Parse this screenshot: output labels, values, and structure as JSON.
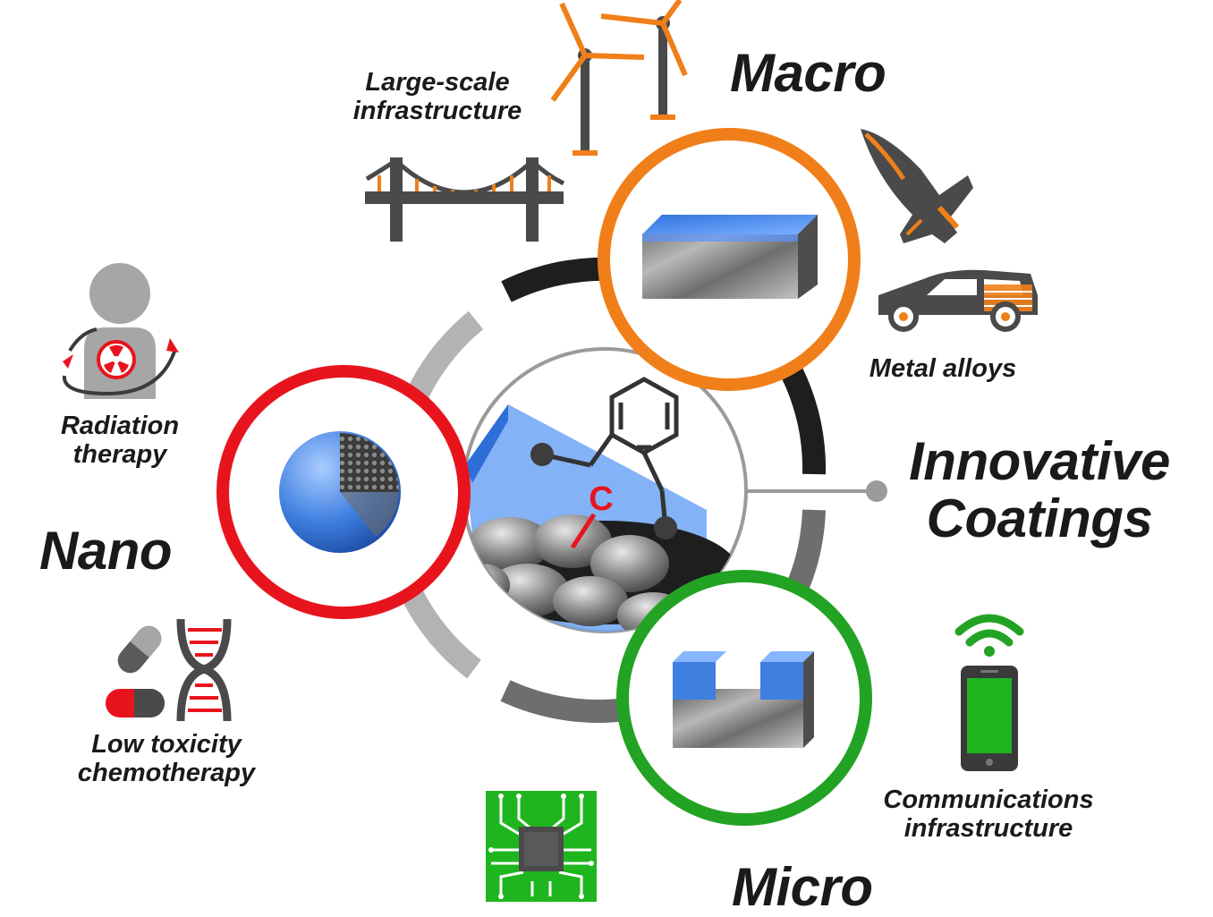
{
  "labels": {
    "macro": "Macro",
    "nano": "Nano",
    "micro": "Micro",
    "innovative_coatings": [
      "Innovative",
      "Coatings"
    ],
    "large_scale_infrastructure": [
      "Large-scale",
      "infrastructure"
    ],
    "metal_alloys": "Metal alloys",
    "radiation_therapy": [
      "Radiation",
      "therapy"
    ],
    "low_toxicity_chemotherapy": [
      "Low toxicity",
      "chemotherapy"
    ],
    "communications_infrastructure": [
      "Communications",
      "infrastructure"
    ],
    "carbon_atom": "C"
  },
  "colors": {
    "macro": "#f07f1a",
    "nano": "#e8141d",
    "micro": "#23a323",
    "coating": "#4a8ef0",
    "dark": "#2b2b2b",
    "gray": "#9a9a9a"
  },
  "icons": [
    "wind-turbine-icon",
    "bridge-icon",
    "space-shuttle-icon",
    "car-icon",
    "person-radiation-icon",
    "pill-icon",
    "dna-icon",
    "smartphone-wifi-icon",
    "microchip-icon"
  ]
}
